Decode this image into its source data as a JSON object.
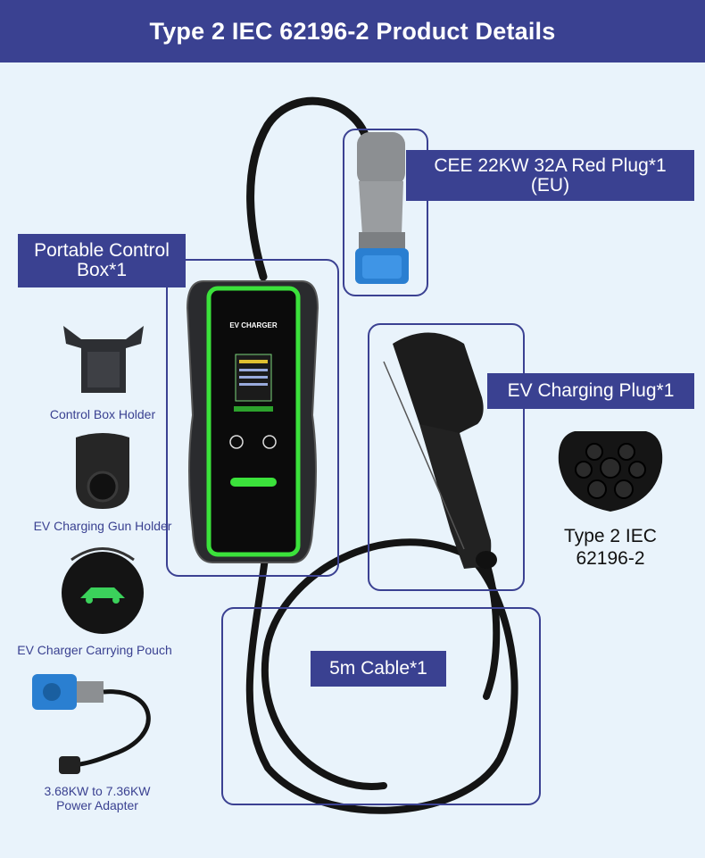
{
  "header": {
    "title": "Type 2  IEC 62196-2 Product Details"
  },
  "control_box": {
    "label_line1": "Portable Control",
    "label_line2": "Box*1",
    "screen_title": "EV CHARGER"
  },
  "cee_plug": {
    "label_line1": "CEE 22KW 32A Red  Plug*1",
    "label_line2": "(EU)"
  },
  "ev_plug": {
    "label": "EV Charging Plug*1"
  },
  "type2_face": {
    "line1": "Type 2  IEC",
    "line2": "62196-2"
  },
  "cable": {
    "label": "5m Cable*1"
  },
  "accessories": [
    {
      "label": "Control Box Holder"
    },
    {
      "label": "EV Charging Gun Holder"
    },
    {
      "label": "EV Charger Carrying Pouch"
    },
    {
      "label_line1": "3.68KW to 7.36KW",
      "label_line2": "Power Adapter"
    }
  ],
  "colors": {
    "brand_navy": "#3a4191",
    "background": "#e9f3fb",
    "led_green": "#3be23b",
    "plug_blue": "#2a7fd1"
  }
}
